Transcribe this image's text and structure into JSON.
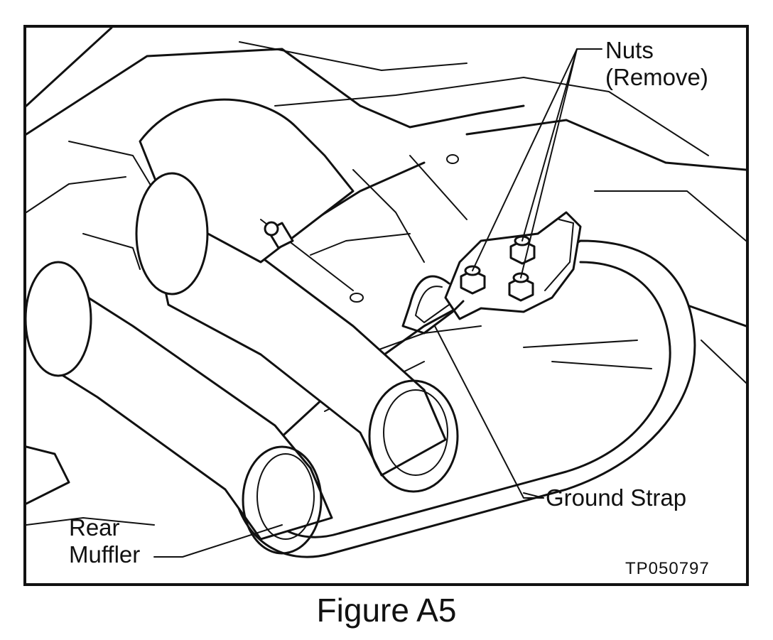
{
  "figure": {
    "caption": "Figure A5",
    "code": "TP050797"
  },
  "labels": {
    "nuts_line1": "Nuts",
    "nuts_line2": "(Remove)",
    "ground_strap": "Ground Strap",
    "rear_muffler_line1": "Rear",
    "rear_muffler_line2": "Muffler"
  },
  "colors": {
    "ink": "#111111",
    "paper": "#ffffff"
  }
}
